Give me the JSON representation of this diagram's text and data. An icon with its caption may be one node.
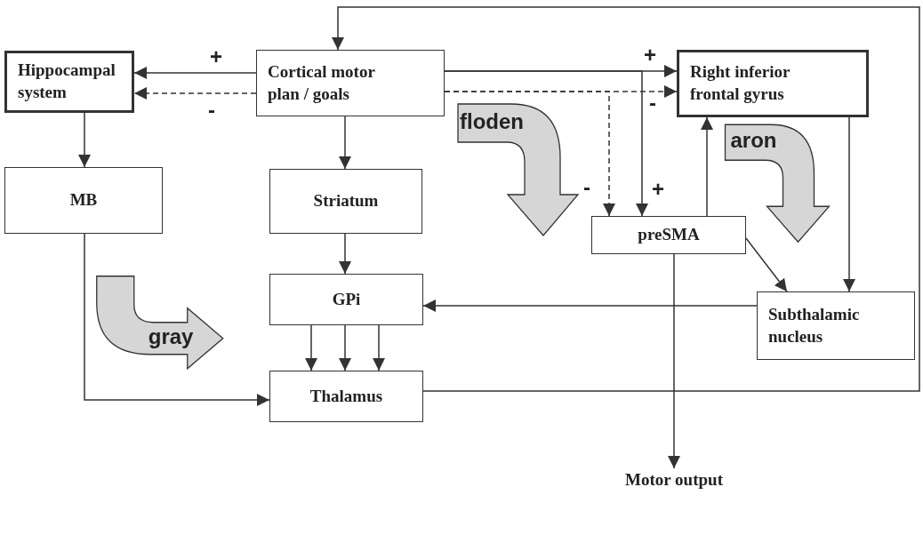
{
  "diagram": {
    "nodes": [
      {
        "text": [
          "Hippocampal system"
        ]
      },
      {
        "text": [
          "Cortical motor plan / goals"
        ]
      },
      {
        "text": [
          "Right inferior frontal gyrus"
        ]
      },
      {
        "text": [
          "MB"
        ]
      },
      {
        "text": [
          "Striatum"
        ]
      },
      {
        "text": [
          "preSMA"
        ]
      },
      {
        "text": [
          "GPi"
        ]
      },
      {
        "text": [
          "Subthalamic nucleus"
        ]
      },
      {
        "text": [
          "Thalamus"
        ]
      },
      {
        "text": [
          "Motor output"
        ]
      }
    ],
    "edges": [
      {
        "from": 1,
        "to": 0,
        "arrow": "to",
        "label": "+"
      },
      {
        "from": 1,
        "to": 0,
        "arrow": "to",
        "label": "-",
        "style": "dashed"
      },
      {
        "from": 1,
        "to": 2,
        "arrow": "to",
        "label": "+"
      },
      {
        "from": 1,
        "to": 2,
        "arrow": "to",
        "label": "-",
        "style": "dashed"
      },
      {
        "from": 1,
        "to": 5,
        "arrow": "to",
        "label": "+"
      },
      {
        "from": 1,
        "to": 5,
        "arrow": "to",
        "label": "-",
        "style": "dashed"
      },
      {
        "from": 0,
        "to": 3,
        "arrow": "to"
      },
      {
        "from": 1,
        "to": 4,
        "arrow": "to"
      },
      {
        "from": 5,
        "to": 2,
        "arrow": "to"
      },
      {
        "from": 2,
        "to": 7,
        "arrow": "to"
      },
      {
        "from": 5,
        "to": 7,
        "arrow": "to"
      },
      {
        "from": 7,
        "to": 6,
        "arrow": "to"
      },
      {
        "from": 4,
        "to": 6,
        "arrow": "to"
      },
      {
        "from": 6,
        "to": 8,
        "arrow": "to"
      },
      {
        "from": 6,
        "to": 8,
        "arrow": "to"
      },
      {
        "from": 6,
        "to": 8,
        "arrow": "to"
      },
      {
        "from": 3,
        "to": 8,
        "arrow": "to"
      },
      {
        "from": 8,
        "to": 1,
        "arrow": "to"
      },
      {
        "from": 5,
        "to": 9,
        "arrow": "to"
      },
      {
        "from": 1,
        "to": 5,
        "arrow": "to",
        "label": "floden",
        "style": "thick"
      },
      {
        "from": 2,
        "to": 7,
        "arrow": "to",
        "label": "aron",
        "style": "thick"
      },
      {
        "from": 3,
        "to": 8,
        "arrow": "to",
        "label": "gray",
        "style": "thick"
      }
    ]
  }
}
